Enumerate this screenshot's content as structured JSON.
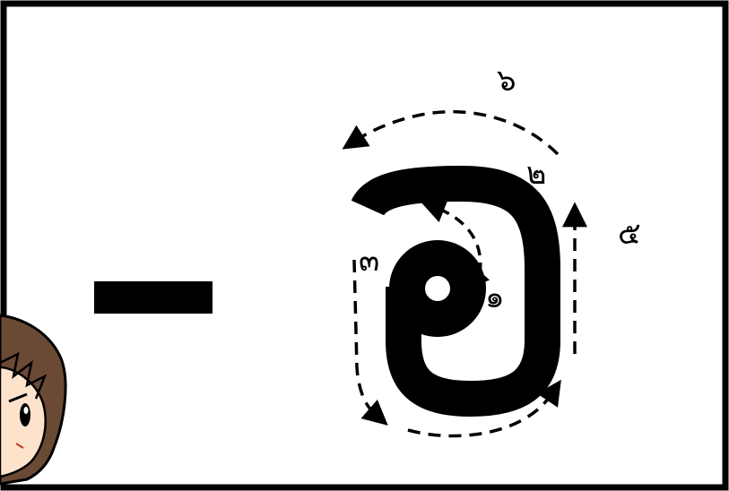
{
  "stroke_labels": {
    "s1": "๑",
    "s2": "๒",
    "s3": "๓",
    "s5": "๕",
    "s6": "๖"
  },
  "colors": {
    "ink": "#000000",
    "background": "#ffffff",
    "skin": "#fde3cc",
    "hair": "#6b4a35"
  },
  "glyph_shown": "อ"
}
